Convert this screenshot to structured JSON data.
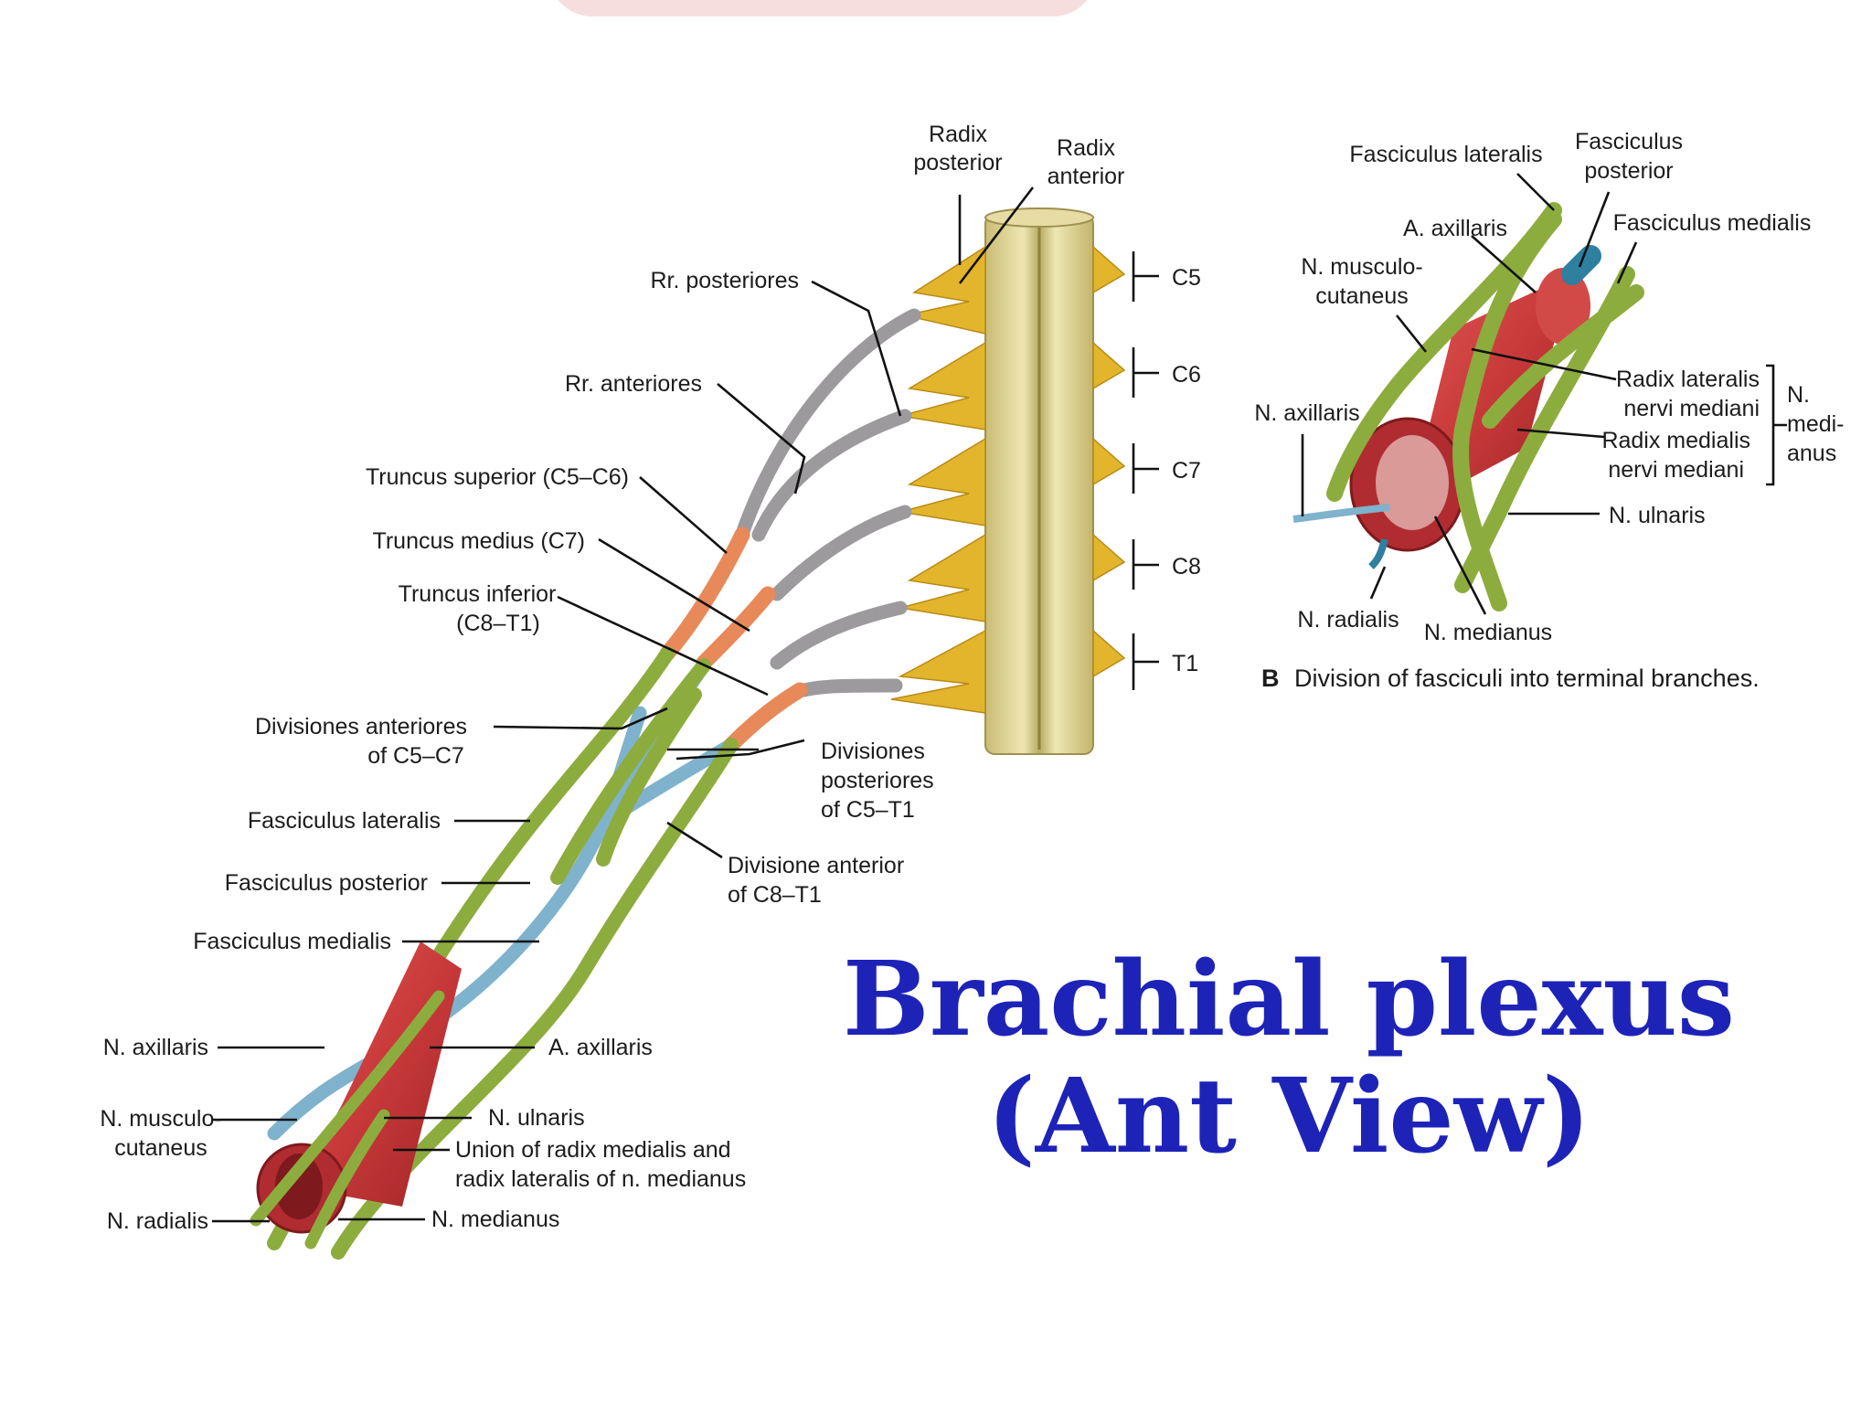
{
  "title": {
    "line1": "Brachial plexus",
    "line2": "(Ant View)"
  },
  "colors": {
    "trunk_orange": "#e8895a",
    "division_green": "#8dac3e",
    "posterior_gray": "#9c9a9c",
    "cord_blue": "#7fb2cc",
    "artery_red": "#c8393a",
    "spinal_cord": "#d8cd8e",
    "rootlet_yellow": "#e2b52c",
    "title_blue": "#1e23b8"
  },
  "main": {
    "spinal_levels": [
      "C5",
      "C6",
      "C7",
      "C8",
      "T1"
    ],
    "labels": {
      "radix_posterior": [
        "Radix",
        "posterior"
      ],
      "radix_anterior": [
        "Radix",
        "anterior"
      ],
      "rr_posteriores": "Rr. posteriores",
      "rr_anteriores": "Rr. anteriores",
      "truncus_superior": "Truncus superior (C5–C6)",
      "truncus_medius": "Truncus medius (C7)",
      "truncus_inferior": [
        "Truncus inferior",
        "(C8–T1)"
      ],
      "divisiones_anteriores": [
        "Divisiones anteriores",
        "of C5–C7"
      ],
      "divisiones_posteriores": [
        "Divisiones",
        "posteriores",
        "of C5–T1"
      ],
      "divisione_anterior": [
        "Divisione anterior",
        "of C8–T1"
      ],
      "fasciculus_lateralis": "Fasciculus lateralis",
      "fasciculus_posterior": "Fasciculus posterior",
      "fasciculus_medialis": "Fasciculus medialis",
      "n_axillaris": "N. axillaris",
      "a_axillaris": "A. axillaris",
      "n_musculocutaneus": [
        "N. musculo-",
        "cutaneus"
      ],
      "n_ulnaris": "N. ulnaris",
      "union": [
        "Union of radix medialis and",
        "radix lateralis of n. medianus"
      ],
      "n_radialis": "N. radialis",
      "n_medianus": "N. medianus"
    }
  },
  "inset": {
    "fasciculus_lateralis": "Fasciculus lateralis",
    "fasciculus_posterior": [
      "Fasciculus",
      "posterior"
    ],
    "a_axillaris": "A. axillaris",
    "fasciculus_medialis": "Fasciculus medialis",
    "n_musculocutaneus": [
      "N. musculo-",
      "cutaneus"
    ],
    "radix_lateralis": [
      "Radix lateralis",
      "nervi mediani"
    ],
    "radix_medialis": [
      "Radix medialis",
      "nervi mediani"
    ],
    "n_medianus_group": [
      "N.",
      "medi-",
      "anus"
    ],
    "n_axillaris": "N. axillaris",
    "n_ulnaris": "N. ulnaris",
    "n_radialis": "N. radialis",
    "n_medianus": "N. medianus",
    "caption_letter": "B",
    "caption": "Division of fasciculi into terminal branches."
  }
}
